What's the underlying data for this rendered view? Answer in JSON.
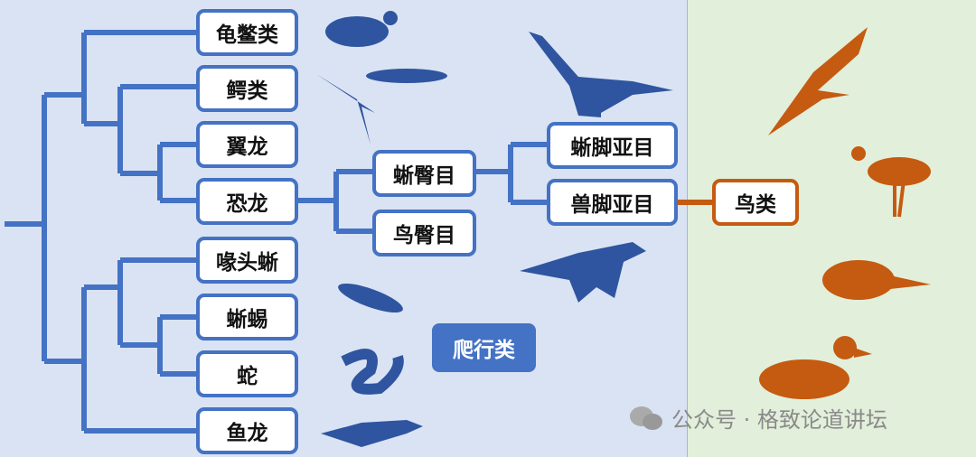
{
  "taxa": {
    "turtles": "龟鳖类",
    "crocodiles": "鳄类",
    "pterosaurs": "翼龙",
    "dinosaurs": "恐龙",
    "tuatara": "喙头蜥",
    "lizards": "蜥蜴",
    "snakes": "蛇",
    "ichthyosaurs": "鱼龙",
    "saurischia": "蜥臀目",
    "ornithischia": "鸟臀目",
    "sauropoda": "蜥脚亚目",
    "theropoda": "兽脚亚目",
    "birds": "鸟类"
  },
  "group_label": "爬行类",
  "watermark": "公众号 · 格致论道讲坛",
  "colors": {
    "reptile": "#4472c4",
    "bird": "#c55a11",
    "silhouette_blue": "#2f55a0"
  }
}
